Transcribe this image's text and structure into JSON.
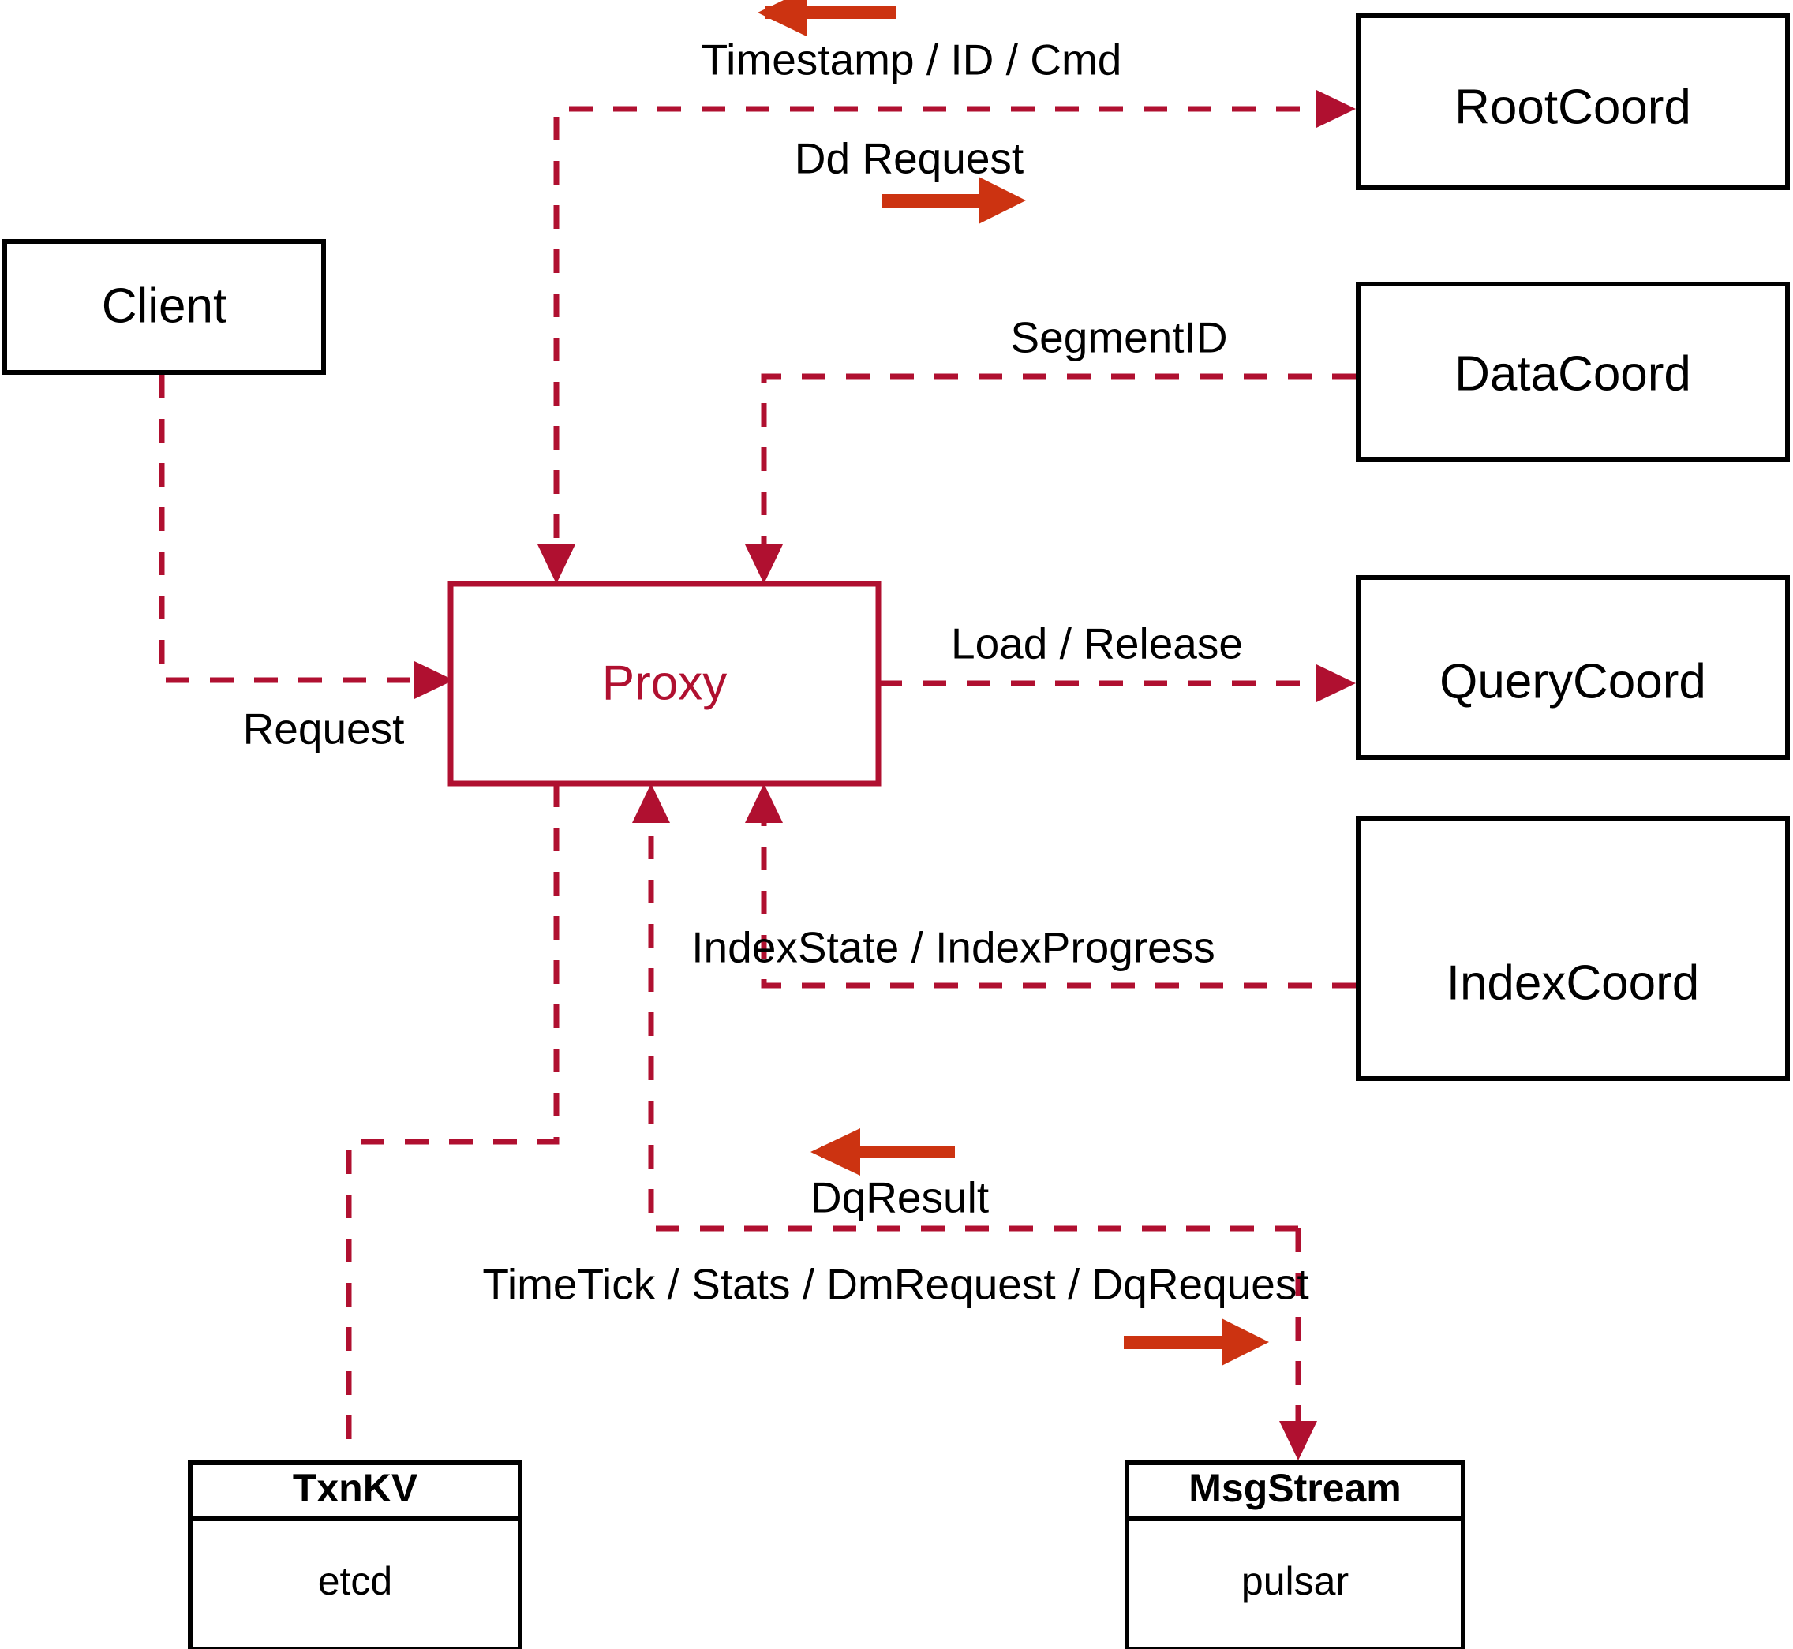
{
  "diagram": {
    "title": "Milvus Proxy interaction diagram",
    "colors": {
      "accent": "#b01030",
      "annotation_arrow": "#cc3311",
      "node_stroke": "#000000",
      "background": "#ffffff"
    },
    "nodes": {
      "client": {
        "label": "Client"
      },
      "proxy": {
        "label": "Proxy"
      },
      "root_coord": {
        "label": "RootCoord"
      },
      "data_coord": {
        "label": "DataCoord"
      },
      "query_coord": {
        "label": "QueryCoord"
      },
      "index_coord": {
        "label": "IndexCoord"
      },
      "txnkv": {
        "title": "TxnKV",
        "impl": "etcd"
      },
      "msgstream": {
        "title": "MsgStream",
        "impl": "pulsar"
      }
    },
    "edge_labels": {
      "timestamp_id_cmd": "Timestamp / ID / Cmd",
      "dd_request": "Dd Request",
      "segment_id": "SegmentID",
      "request": "Request",
      "load_release": "Load / Release",
      "index_state_progress": "IndexState / IndexProgress",
      "dq_result": "DqResult",
      "timetick_stats": "TimeTick / Stats / DmRequest / DqRequest"
    },
    "icons": {
      "arrow_left_annotation": "arrow-left-icon",
      "arrow_right_annotation": "arrow-right-icon",
      "arrowhead_marker": "arrowhead-icon"
    }
  }
}
